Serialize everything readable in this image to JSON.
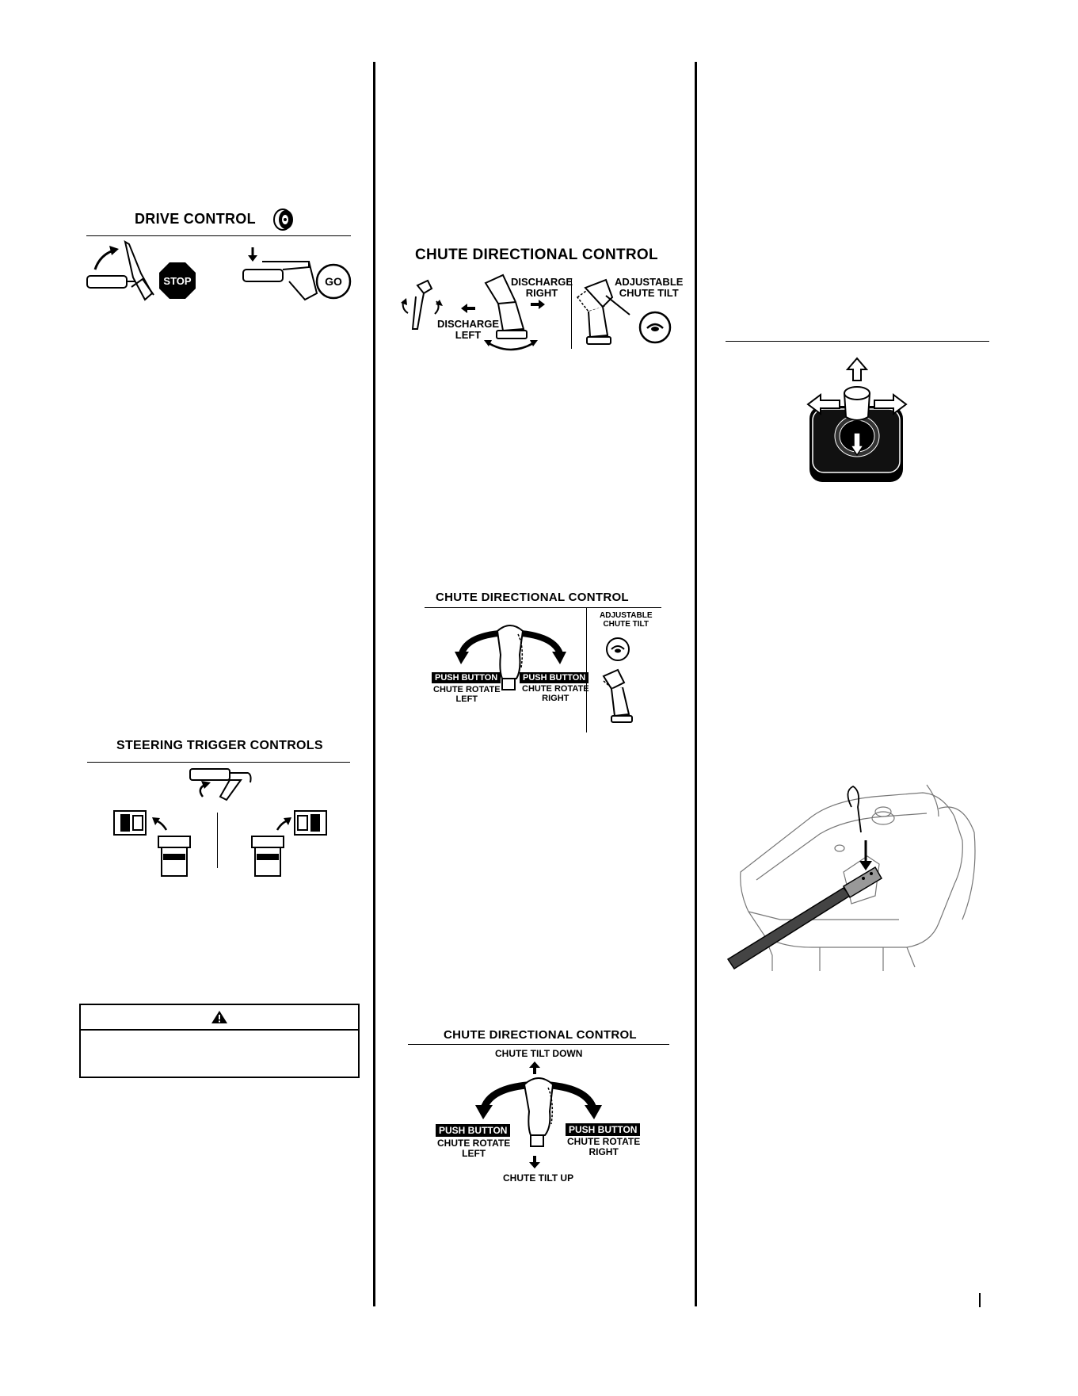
{
  "drive_control": {
    "title": "DRIVE CONTROL",
    "stop_label": "STOP",
    "go_label": "GO"
  },
  "steering": {
    "title": "STEERING TRIGGER CONTROLS"
  },
  "chute_top": {
    "title": "CHUTE DIRECTIONAL CONTROL",
    "discharge_right": "DISCHARGE\nRIGHT",
    "discharge_left": "DISCHARGE\nLEFT",
    "adjustable_tilt": "ADJUSTABLE\nCHUTE TILT"
  },
  "chute_mid": {
    "title": "CHUTE DIRECTIONAL CONTROL",
    "adjustable_tilt": "ADJUSTABLE\nCHUTE TILT",
    "push_button_left": "PUSH BUTTON",
    "rotate_left": "CHUTE ROTATE\nLEFT",
    "push_button_right": "PUSH BUTTON",
    "rotate_right": "CHUTE ROTATE\nRIGHT"
  },
  "chute_bottom": {
    "title": "CHUTE DIRECTIONAL CONTROL",
    "tilt_down": "CHUTE TILT DOWN",
    "tilt_up": "CHUTE TILT UP",
    "push_button_left": "PUSH BUTTON",
    "rotate_left": "CHUTE ROTATE\nLEFT",
    "push_button_right": "PUSH BUTTON",
    "rotate_right": "CHUTE ROTATE\nRIGHT"
  },
  "icons": {
    "drive_icon": "dual-wheel-icon",
    "warning_icon": "warning-triangle-icon",
    "joystick": "joystick-icon",
    "shift_rod": "shift-rod-illustration"
  }
}
